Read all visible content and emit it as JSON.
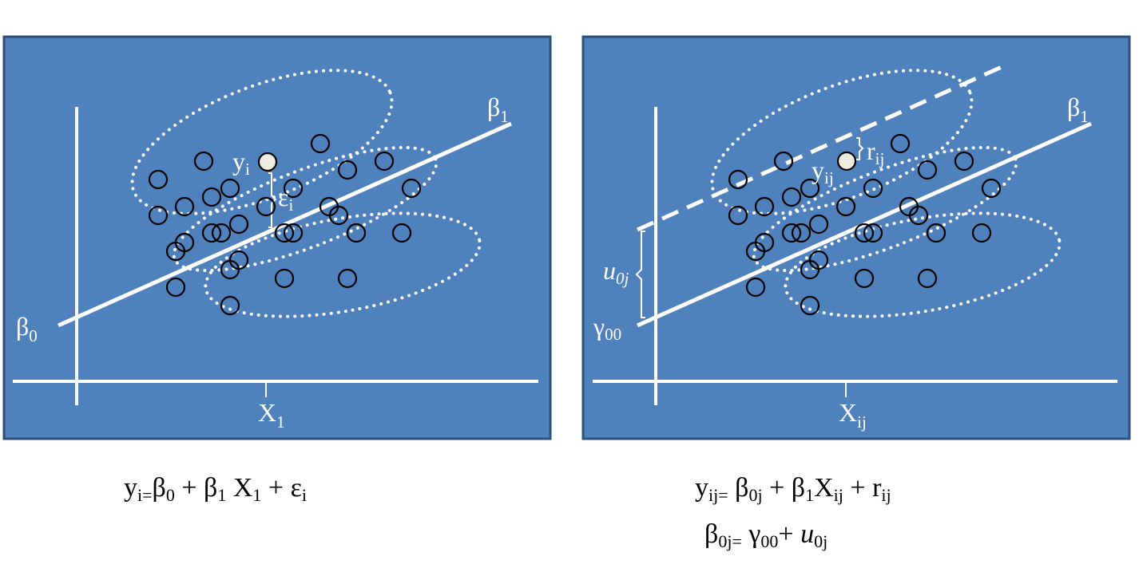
{
  "colors": {
    "panel_fill": "#4f81bd",
    "panel_border": "#2f4f7a",
    "lines": "#ffffff",
    "points": "#000000",
    "highlight_point": "#eeece1"
  },
  "left_panel": {
    "beta0": {
      "base": "β",
      "sub": "0"
    },
    "beta1": {
      "base": "β",
      "sub": "1"
    },
    "y_i": {
      "base": "y",
      "sub": "i"
    },
    "eps_i": {
      "base": "ε",
      "sub": "i"
    },
    "x_axis": {
      "base": "X",
      "sub": "1"
    }
  },
  "right_panel": {
    "gamma00": {
      "base": "γ",
      "sub": "00"
    },
    "beta1": {
      "base": "β",
      "sub": "1"
    },
    "y_ij": {
      "base": "y",
      "sub": "ij"
    },
    "r_ij": {
      "base": "r",
      "sub": "ij"
    },
    "u0j": {
      "base": "u",
      "sub": "0j"
    },
    "x_axis": {
      "base": "X",
      "sub": "ij"
    }
  },
  "equations": {
    "left": {
      "y": "y",
      "y_sub": "i=",
      "b0": "β",
      "b0_sub": "0",
      "plus1": " + ",
      "b1": "β",
      "b1_sub": "1",
      "x": " X",
      "x_sub": "1",
      "plus2": " + ",
      "e": "ε",
      "e_sub": "i"
    },
    "right1": {
      "y": "y",
      "y_sub": "ij=",
      "b0": " β",
      "b0_sub": "0j",
      "plus1": " + ",
      "b1": "β",
      "b1_sub": "1",
      "x": "X",
      "x_sub": "ij",
      "plus2": " + ",
      "r": "r",
      "r_sub": "ij"
    },
    "right2": {
      "b0": "β",
      "b0_sub": "0j=",
      "g": " γ",
      "g_sub": "00",
      "plus": "+ ",
      "u": "u",
      "u_sub": "0j"
    }
  }
}
